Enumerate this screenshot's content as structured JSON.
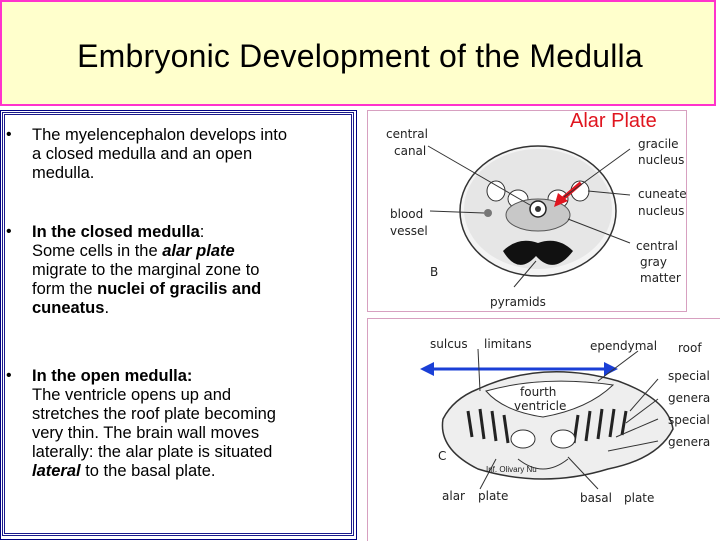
{
  "title": "Embryonic Development of the Medulla",
  "bullets": [
    {
      "line1": "The myelencephalon develops into",
      "line2": "a closed medulla and an open",
      "line3": "medulla."
    },
    {
      "head": "In the closed medulla",
      "head_colon": ":",
      "t1": "Some cells in the ",
      "t1_em": "alar plate",
      "t2": "migrate to the marginal zone to",
      "t3_pre": "form the ",
      "t3_b": "nuclei of gracilis and",
      "t4_b": "cuneatus",
      "t4_end": "."
    },
    {
      "head": "In the open medulla:",
      "l1": "The ventricle opens up and",
      "l2": "stretches the roof plate becoming",
      "l3": "very thin.  The brain wall moves",
      "l4": "laterally: the alar plate is situated",
      "l5_em": "lateral",
      "l5_rest": " to the basal plate."
    }
  ],
  "figure_top": {
    "alar_plate_label": "Alar Plate",
    "labels": [
      "central",
      "canal",
      "gracile",
      "nucleus",
      "cuneate",
      "nucleus",
      "blood",
      "vessel",
      "central",
      "gray",
      "matter",
      "B",
      "pyramids"
    ]
  },
  "figure_bottom": {
    "labels": [
      "sulcus",
      "limitans",
      "ependymal",
      "roof",
      "special",
      "genera",
      "special",
      "genera",
      "fourth",
      "ventricle",
      "C",
      "Inf. Olivary Nu",
      "alar",
      "plate",
      "basal",
      "plate"
    ]
  },
  "colors": {
    "title_bg": "#ffffcc",
    "title_border": "#ff33cc",
    "accent_red": "#e0151f",
    "arrow_blue": "#1a3fd6",
    "box_border": "#1a1a8c"
  }
}
